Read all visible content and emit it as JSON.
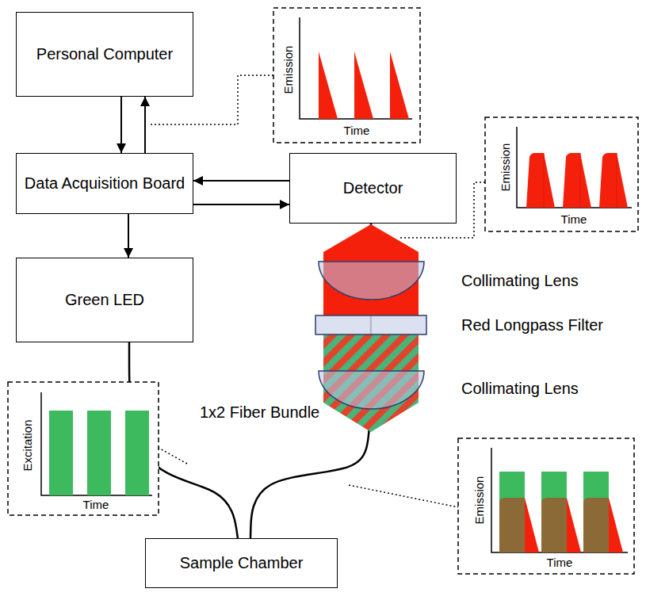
{
  "diagram": {
    "nodes": [
      {
        "text": [
          "Personal Computer"
        ]
      },
      {
        "text": [
          "Data Acquisition Board"
        ]
      },
      {
        "text": [
          "Detector"
        ]
      },
      {
        "text": [
          "Green LED"
        ]
      },
      {
        "text": [
          "Sample Chamber"
        ]
      }
    ],
    "edges": [
      {
        "from": 0,
        "to": 1,
        "arrow": "to"
      },
      {
        "from": 1,
        "to": 0,
        "arrow": "to"
      },
      {
        "from": 2,
        "to": 1,
        "arrow": "to"
      },
      {
        "from": 1,
        "to": 2,
        "arrow": "to"
      },
      {
        "from": 1,
        "to": 3,
        "arrow": "to"
      },
      {
        "from": 3,
        "to": 4,
        "arrow": "none"
      },
      {
        "from": 4,
        "to": 2,
        "arrow": "none"
      }
    ],
    "labels": [
      "Emission",
      "Time",
      "Emission",
      "Time",
      "Collimating Lens",
      "Red Longpass Filter",
      "Collimating Lens",
      "1x2 Fiber Bundle",
      "Excitation",
      "Time",
      "Emission",
      "Time"
    ]
  }
}
